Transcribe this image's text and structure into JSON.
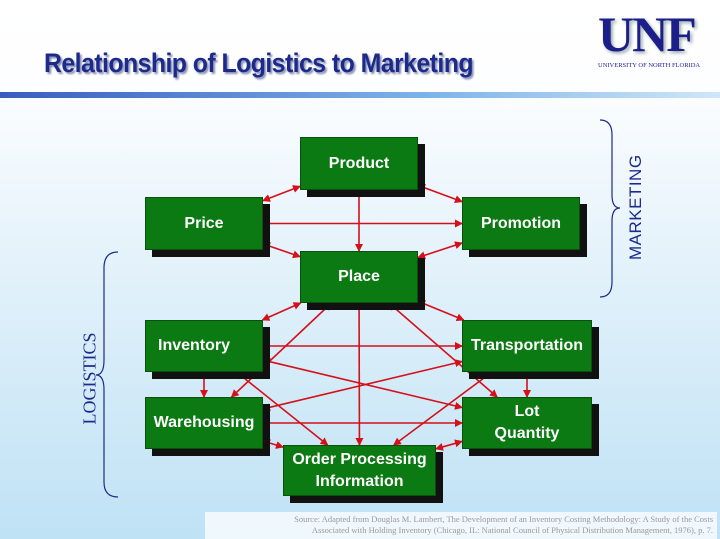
{
  "title": "Relationship of Logistics to Marketing",
  "logo": {
    "text": "UNF",
    "subtitle": "UNIVERSITY OF NORTH FLORIDA"
  },
  "groups": {
    "marketing": "MARKETING",
    "logistics": "LOGISTICS"
  },
  "nodes": {
    "product": "Product",
    "price": "Price",
    "promotion": "Promotion",
    "place": "Place",
    "inventory": "Inventory",
    "transportation": "Transportation",
    "warehousing": "Warehousing",
    "lot": "Lot Quantity",
    "order": "Order Processing Information"
  },
  "edges": [
    [
      "product",
      "price"
    ],
    [
      "product",
      "promotion"
    ],
    [
      "product",
      "place"
    ],
    [
      "price",
      "promotion"
    ],
    [
      "price",
      "place"
    ],
    [
      "promotion",
      "place"
    ],
    [
      "place",
      "inventory"
    ],
    [
      "place",
      "transportation"
    ],
    [
      "place",
      "warehousing"
    ],
    [
      "place",
      "lot"
    ],
    [
      "place",
      "order"
    ],
    [
      "inventory",
      "transportation"
    ],
    [
      "inventory",
      "lot"
    ],
    [
      "inventory",
      "order"
    ],
    [
      "warehousing",
      "transportation"
    ],
    [
      "warehousing",
      "lot"
    ],
    [
      "warehousing",
      "order"
    ],
    [
      "inventory",
      "warehousing"
    ],
    [
      "transportation",
      "order"
    ],
    [
      "lot",
      "order"
    ],
    [
      "transportation",
      "lot"
    ]
  ],
  "source": {
    "line1": "Source: Adapted from Douglas M. Lambert, The Development of an Inventory Costing Methodology: A Study of the Costs",
    "line2": "Associated with Holding Inventory (Chicago, IL: National Council of Physical Distribution Management, 1976), p. 7."
  },
  "colors": {
    "node": "#0b7a12",
    "arrow": "#d4101a",
    "title": "#1c2a8c"
  }
}
